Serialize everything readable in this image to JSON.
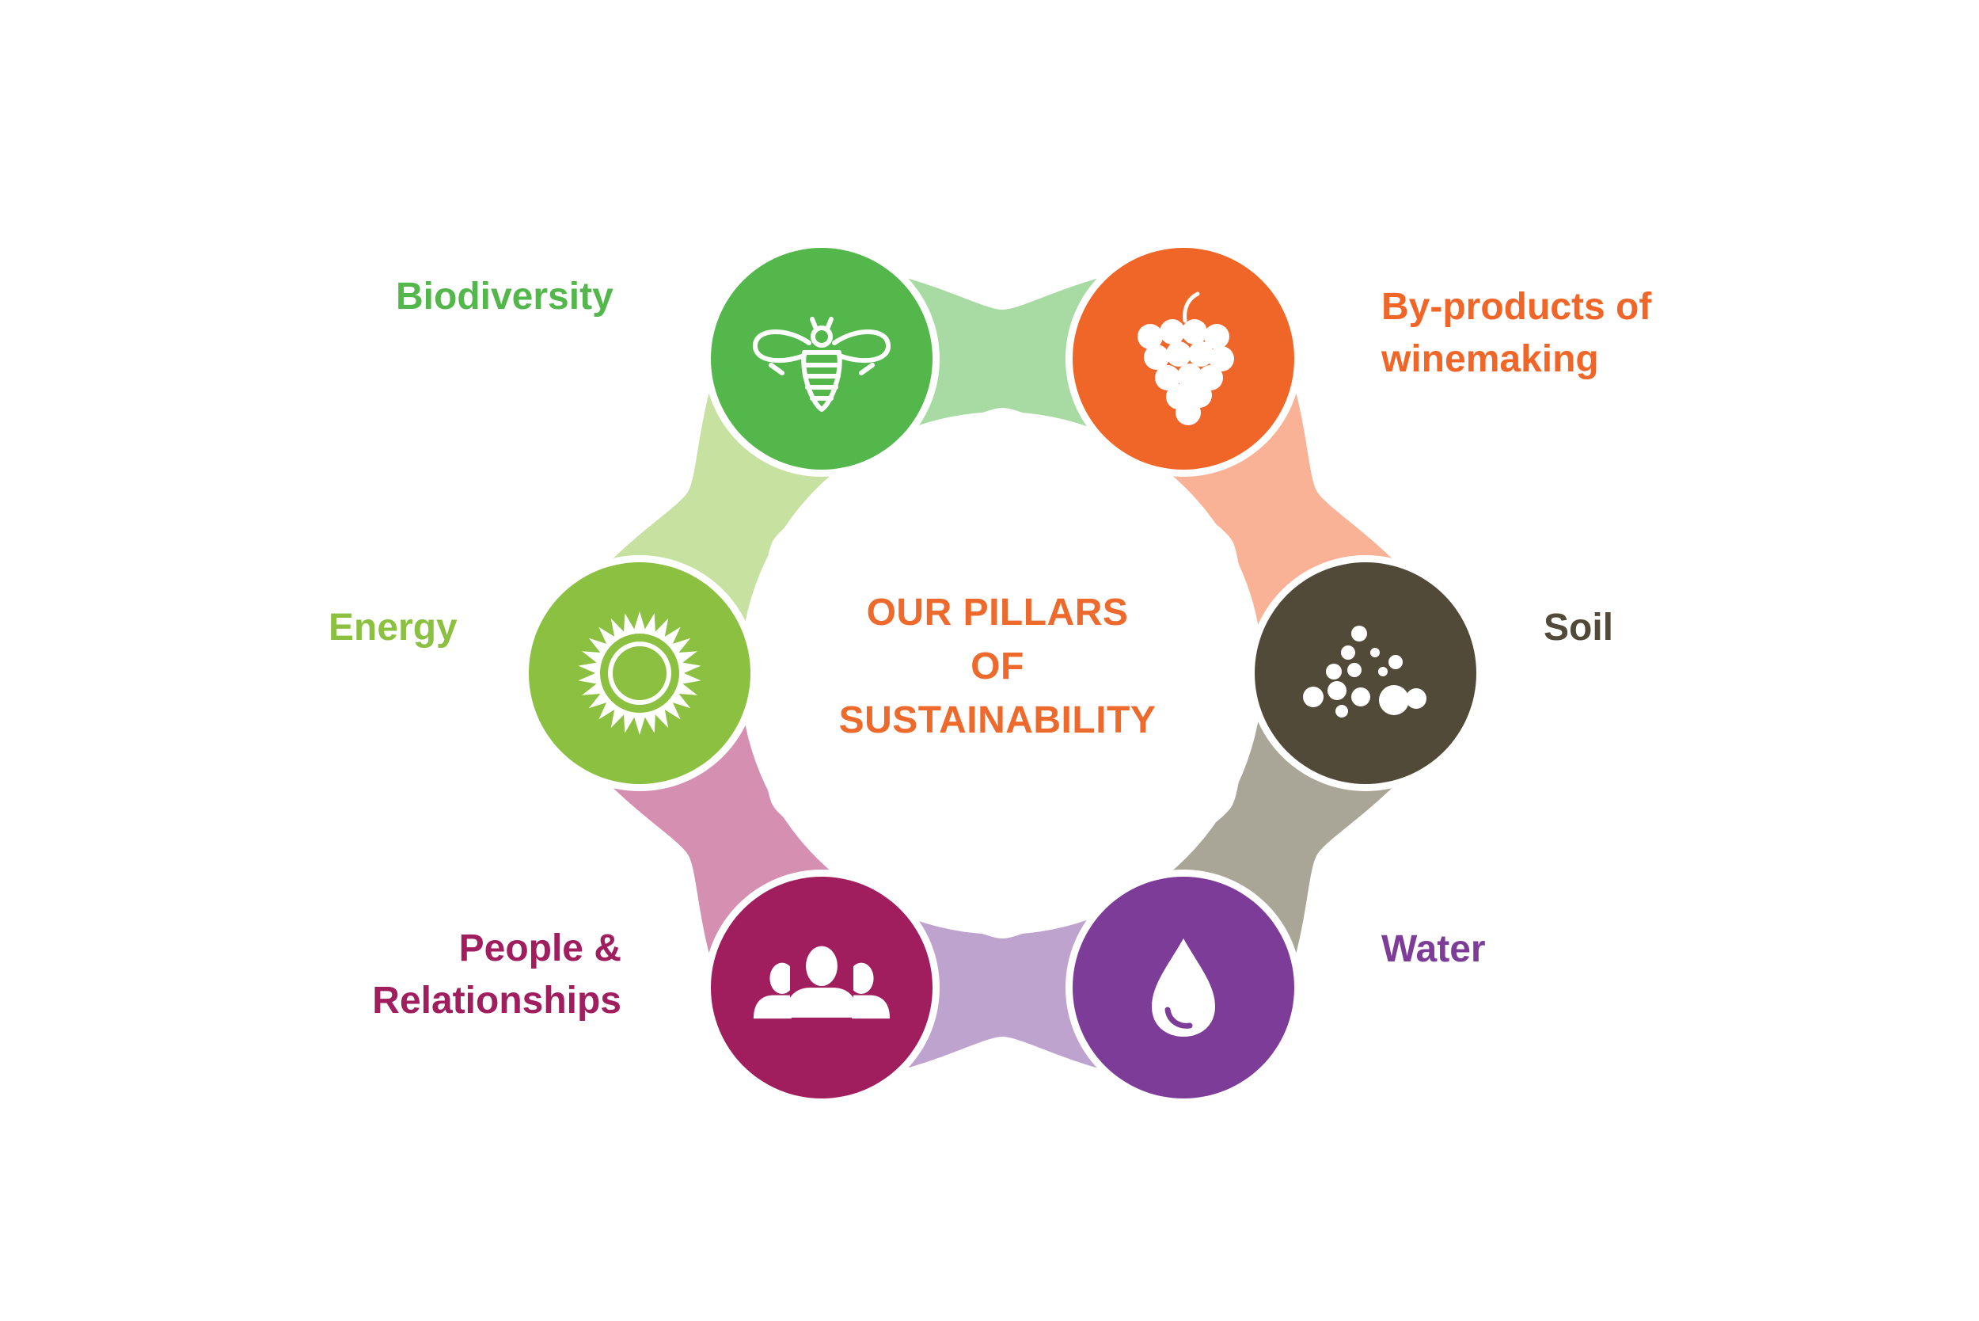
{
  "center": {
    "lines": [
      "OUR PILLARS",
      "OF",
      "SUSTAINABILITY"
    ],
    "color": "#ee6a2c"
  },
  "pillars": [
    {
      "id": "biodiversity",
      "label_lines": [
        "Biodiversity"
      ],
      "color": "#54b74c",
      "link_color": "#a8dba4",
      "icon": "bee-icon"
    },
    {
      "id": "byproducts",
      "label_lines": [
        "By-products of",
        "winemaking"
      ],
      "color": "#f06629",
      "link_color": "#f9b295",
      "icon": "grapes-icon"
    },
    {
      "id": "soil",
      "label_lines": [
        "Soil"
      ],
      "color": "#524a38",
      "link_color": "#a9a597",
      "icon": "soil-particles-icon"
    },
    {
      "id": "water",
      "label_lines": [
        "Water"
      ],
      "color": "#7d3c98",
      "link_color": "#bea3ce",
      "icon": "water-drop-icon"
    },
    {
      "id": "people",
      "label_lines": [
        "People &",
        "Relationships"
      ],
      "color": "#a01d5e",
      "link_color": "#d48fb1",
      "icon": "people-icon"
    },
    {
      "id": "energy",
      "label_lines": [
        "Energy"
      ],
      "color": "#8cc041",
      "link_color": "#c6e1a0",
      "icon": "sun-icon"
    }
  ]
}
